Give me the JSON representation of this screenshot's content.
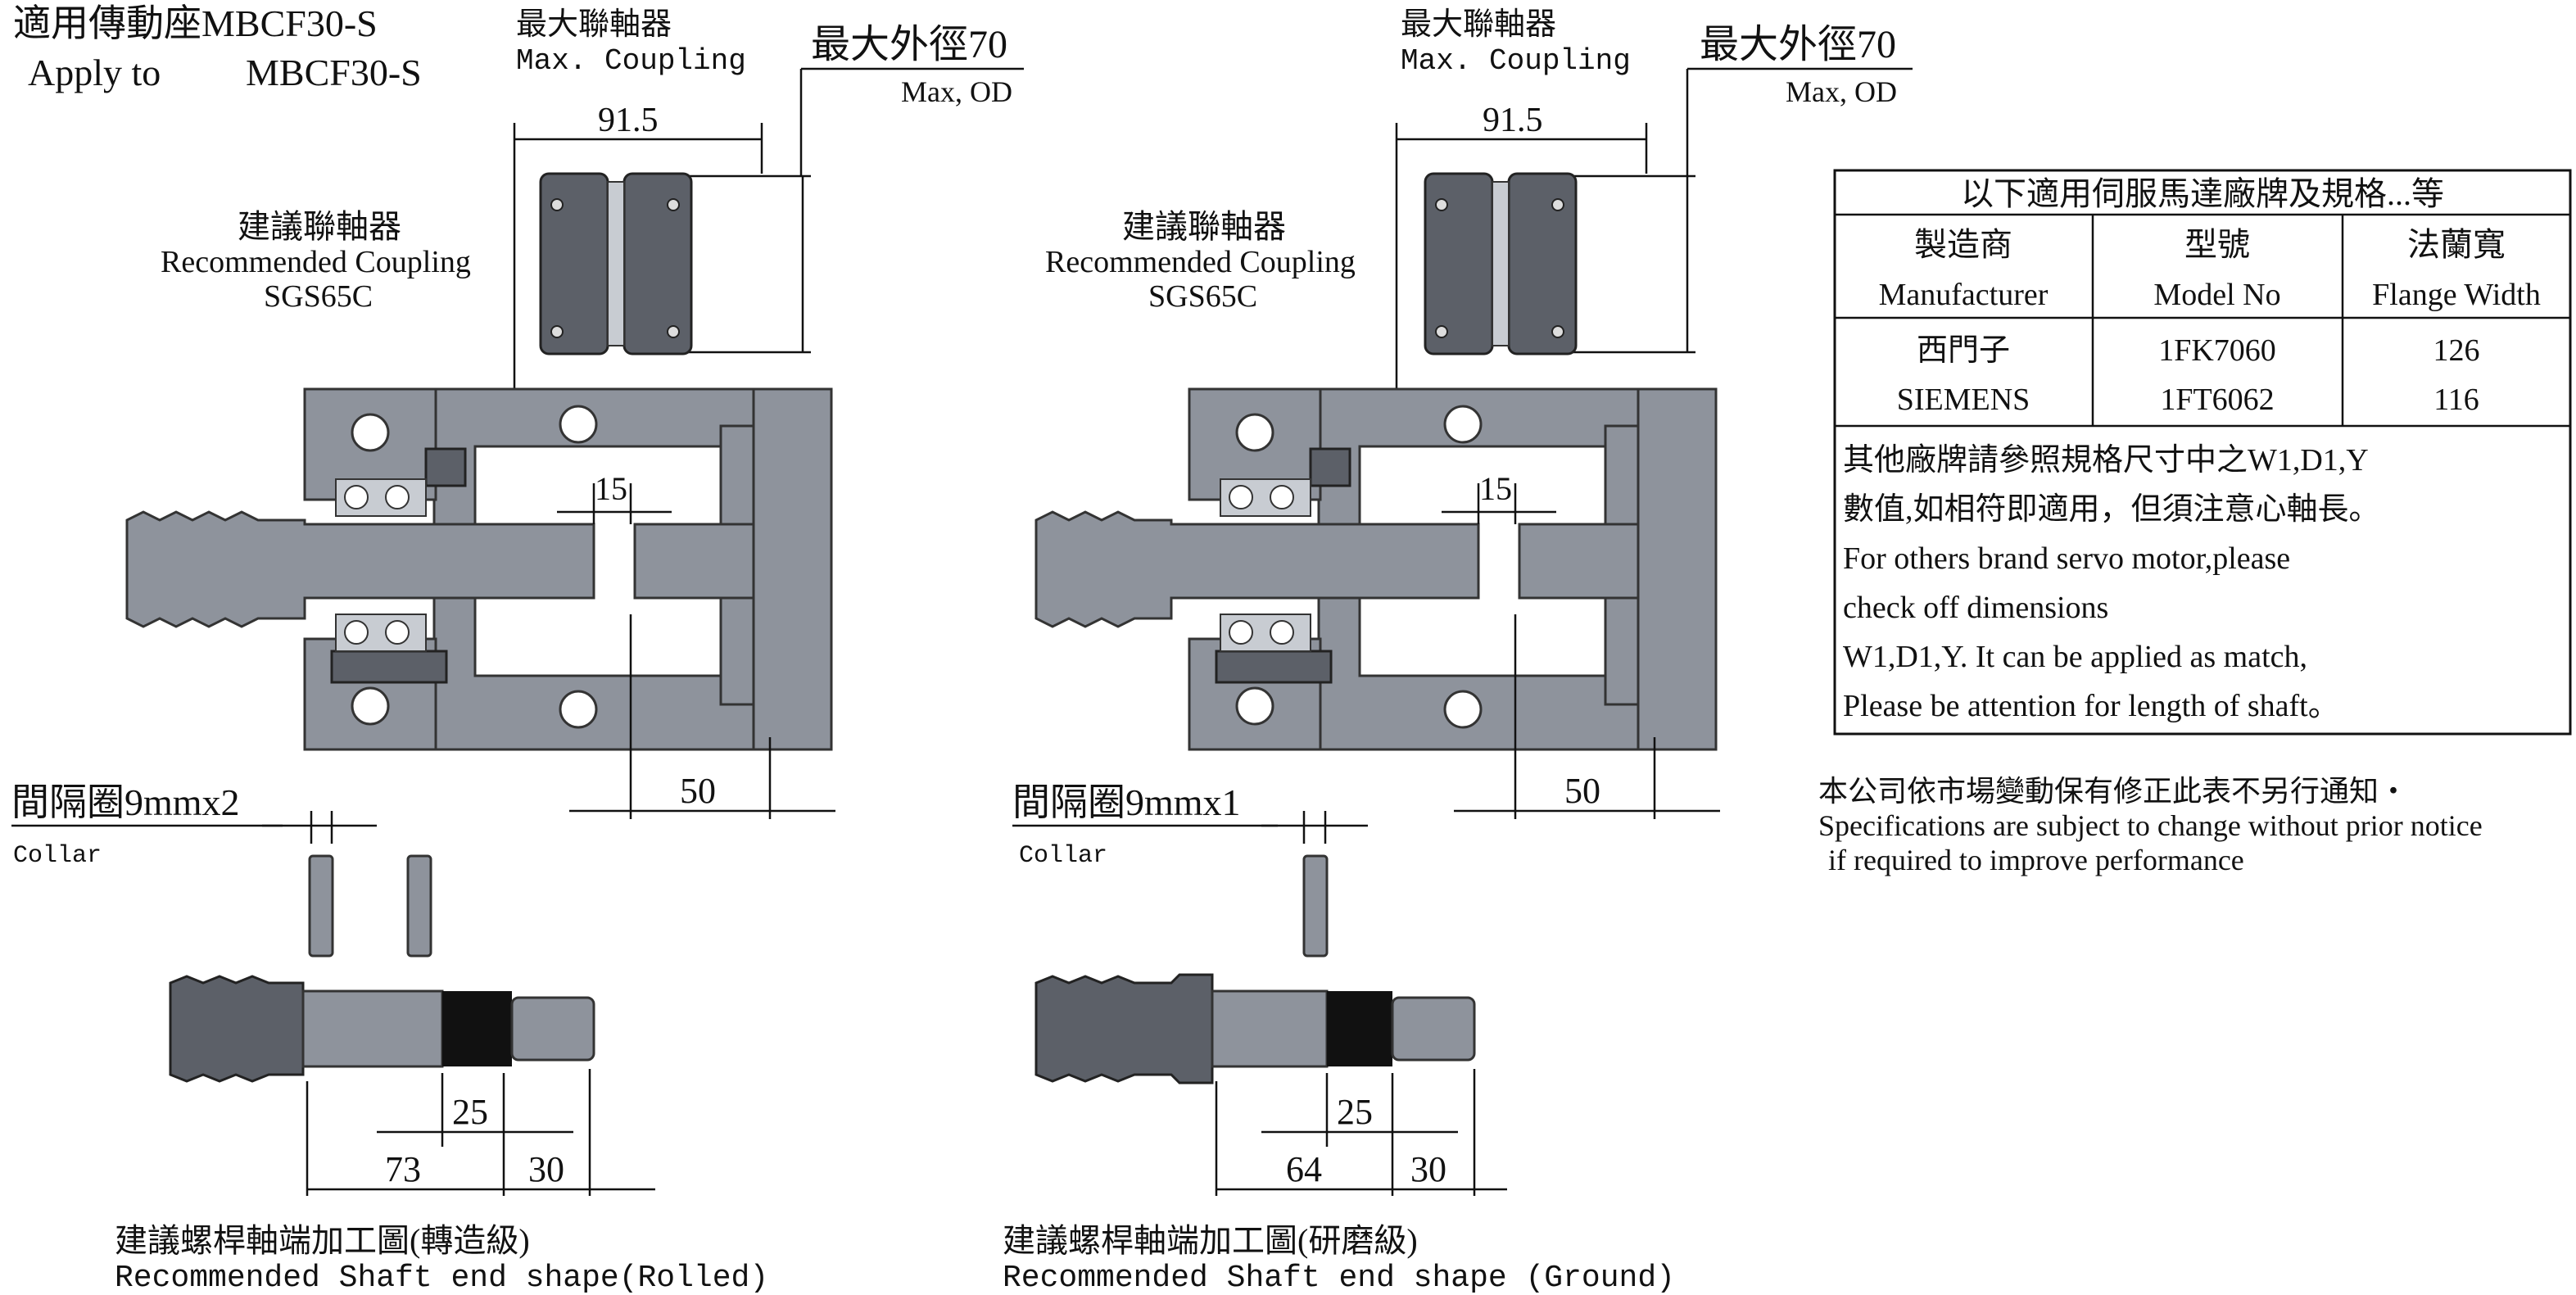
{
  "left": {
    "title_cn": "適用傳動座MBCF30-S",
    "title_en_a": "Apply to",
    "title_en_b": "MBCF30-S",
    "max_coupling_cn": "最大聯軸器",
    "max_coupling_en": "Max. Coupling",
    "max_od_cn": "最大外徑70",
    "max_od_en": "Max, OD",
    "rec_coupling_cn": "建議聯軸器",
    "rec_coupling_en": "Recommended Coupling",
    "rec_coupling_model": "SGS65C",
    "dim_coupling": "91.5",
    "dim_gap": "15",
    "dim_flange": "50",
    "collar_cn": "間隔圈9mmx2",
    "collar_en": "Collar",
    "dim_shaft_a": "25",
    "dim_shaft_b": "73",
    "dim_shaft_c": "30",
    "shaft_cn": "建議螺桿軸端加工圖(轉造級)",
    "shaft_en": "Recommended Shaft end shape(Rolled)"
  },
  "middle": {
    "max_coupling_cn": "最大聯軸器",
    "max_coupling_en": "Max. Coupling",
    "max_od_cn": "最大外徑70",
    "max_od_en": "Max, OD",
    "rec_coupling_cn": "建議聯軸器",
    "rec_coupling_en": "Recommended Coupling",
    "rec_coupling_model": "SGS65C",
    "dim_coupling": "91.5",
    "dim_gap": "15",
    "dim_flange": "50",
    "collar_cn": "間隔圈9mmx1",
    "collar_en": "Collar",
    "dim_shaft_a": "25",
    "dim_shaft_b": "64",
    "dim_shaft_c": "30",
    "shaft_cn": "建議螺桿軸端加工圖(研磨級)",
    "shaft_en": "Recommended Shaft end shape (Ground)"
  },
  "table": {
    "header": "以下適用伺服馬達廠牌及規格...等",
    "col_headers": [
      {
        "cn": "製造商",
        "en": "Manufacturer"
      },
      {
        "cn": "型號",
        "en": "Model No"
      },
      {
        "cn": "法蘭寬",
        "en": "Flange Width"
      }
    ],
    "rows": [
      {
        "manufacturer": "西門子",
        "model": "1FK7060",
        "flange": "126"
      },
      {
        "manufacturer": "SIEMENS",
        "model": "1FT6062",
        "flange": "116"
      }
    ],
    "note_lines": [
      "其他廠牌請參照規格尺寸中之W1,D1,Y",
      "數值,如相符即適用，但須注意心軸長。",
      "For others brand servo motor,please",
      "check off dimensions",
      "W1,D1,Y. It can be applied as match,",
      "Please be attention for length of shaft。"
    ]
  },
  "disclaimer": {
    "cn": "本公司依市場變動保有修正此表不另行通知・",
    "en_line1": "Specifications are subject to change without prior notice",
    "en_line2": "if required to improve performance"
  },
  "colors": {
    "metal": "#8e939c",
    "metal_dark": "#5c6068",
    "shaft_band": "#111111",
    "ink": "#111111"
  }
}
